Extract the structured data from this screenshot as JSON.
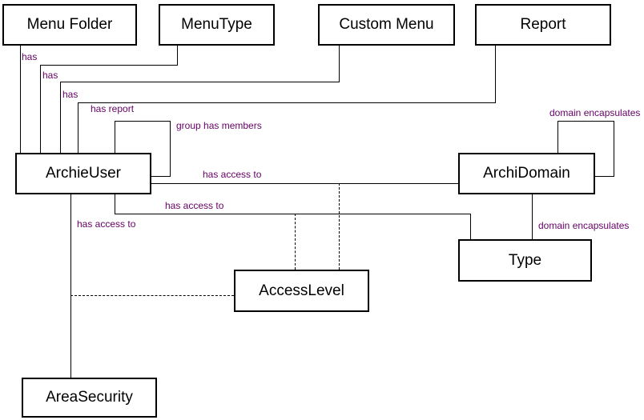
{
  "nodes": {
    "menu_folder": {
      "label": "Menu Folder"
    },
    "menu_type": {
      "label": "MenuType"
    },
    "custom_menu": {
      "label": "Custom Menu"
    },
    "report": {
      "label": "Report"
    },
    "archie_user": {
      "label": "ArchieUser"
    },
    "archi_domain": {
      "label": "ArchiDomain"
    },
    "type": {
      "label": "Type"
    },
    "access_level": {
      "label": "AccessLevel"
    },
    "area_security": {
      "label": "AreaSecurity"
    }
  },
  "edges": {
    "has_1": {
      "label": "has"
    },
    "has_2": {
      "label": "has"
    },
    "has_3": {
      "label": "has"
    },
    "has_report": {
      "label": "has report"
    },
    "group_has_members": {
      "label": "group has members"
    },
    "domain_encapsulates_top": {
      "label": "domain encapsulates"
    },
    "has_access_to_1": {
      "label": "has access to"
    },
    "has_access_to_2": {
      "label": "has access to"
    },
    "has_access_to_3": {
      "label": "has access to"
    },
    "domain_encapsulates_bottom": {
      "label": "domain encapsulates"
    }
  },
  "colors": {
    "background": "#ffffff",
    "line": "#000000",
    "node_border": "#000000",
    "node_text": "#000000",
    "edge_label_text": "#660066"
  }
}
